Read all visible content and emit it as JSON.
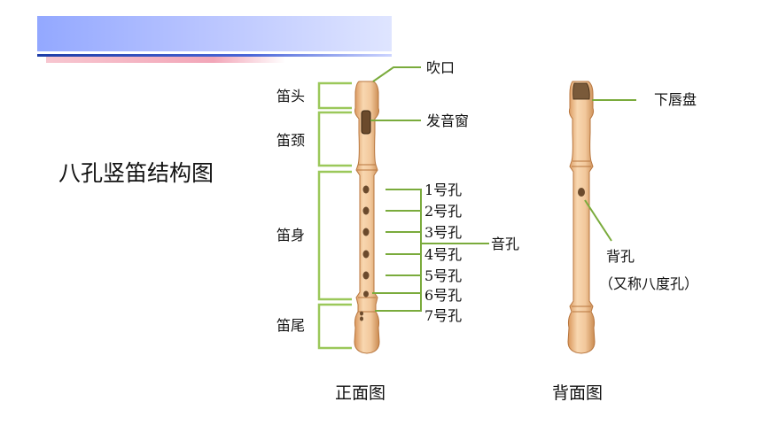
{
  "title": "八孔竖笛结构图",
  "sections": {
    "head": "笛头",
    "neck": "笛颈",
    "body": "笛身",
    "tail": "笛尾"
  },
  "front": {
    "mouthpiece": "吹口",
    "window": "发音窗",
    "holes": [
      "1号孔",
      "2号孔",
      "3号孔",
      "4号孔",
      "5号孔",
      "6号孔",
      "7号孔"
    ],
    "holes_group": "音孔",
    "caption": "正面图"
  },
  "back": {
    "lip_plate": "下唇盘",
    "back_hole": "背孔",
    "back_hole_note": "（又称八度孔）",
    "caption": "背面图"
  },
  "colors": {
    "bracket": "#9bc85a",
    "pointer": "#7aab3c",
    "wood": "#f0c69c",
    "wood_dark": "#c98b52"
  }
}
